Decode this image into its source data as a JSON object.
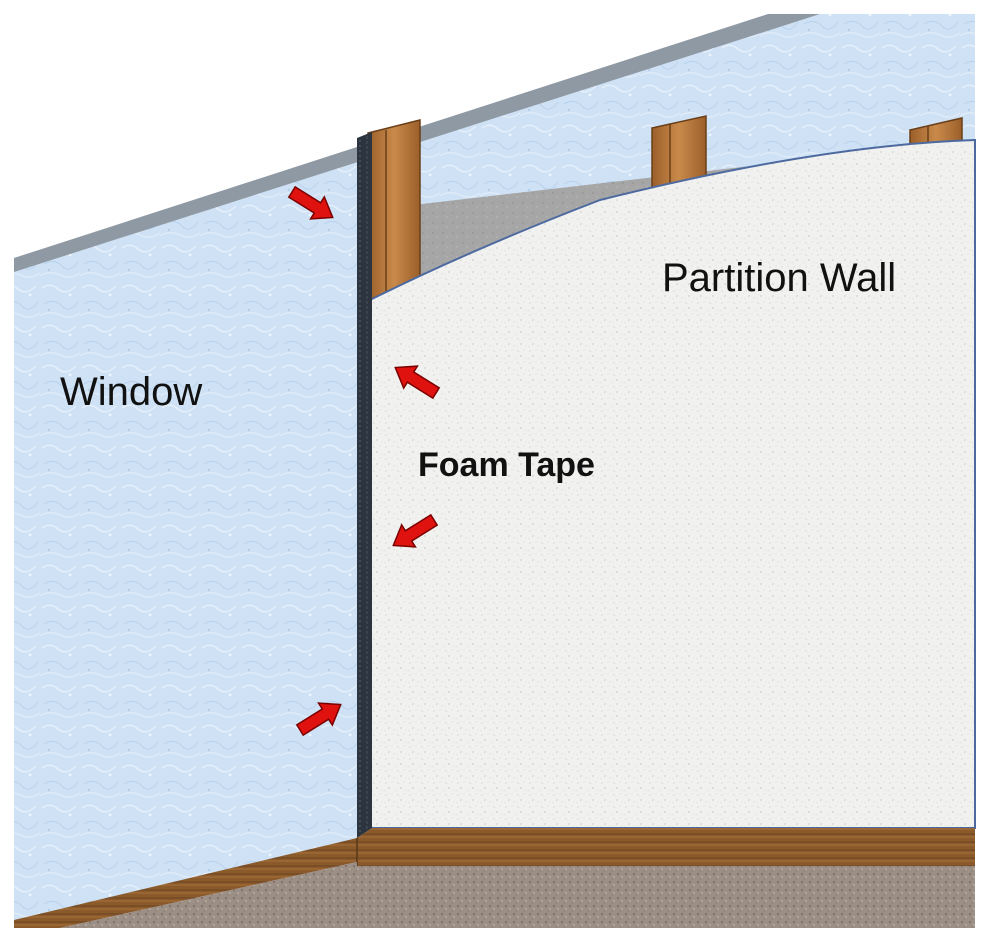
{
  "labels": {
    "window": "Window",
    "partition_wall": "Partition Wall",
    "foam_tape": "Foam Tape"
  },
  "colors": {
    "window_pane": "#cfe2f5",
    "window_frame_top": "#8f99a3",
    "partition_surface": "#f1f1f0",
    "wood_stud": "#b8773a",
    "wood_dark": "#7a4a20",
    "floor_trim": "#8a5a2b",
    "carpet": "#9c8f86",
    "foam_tape": "#2c3440",
    "arrow": "#e0120f",
    "arrow_outline": "#7a0000"
  }
}
